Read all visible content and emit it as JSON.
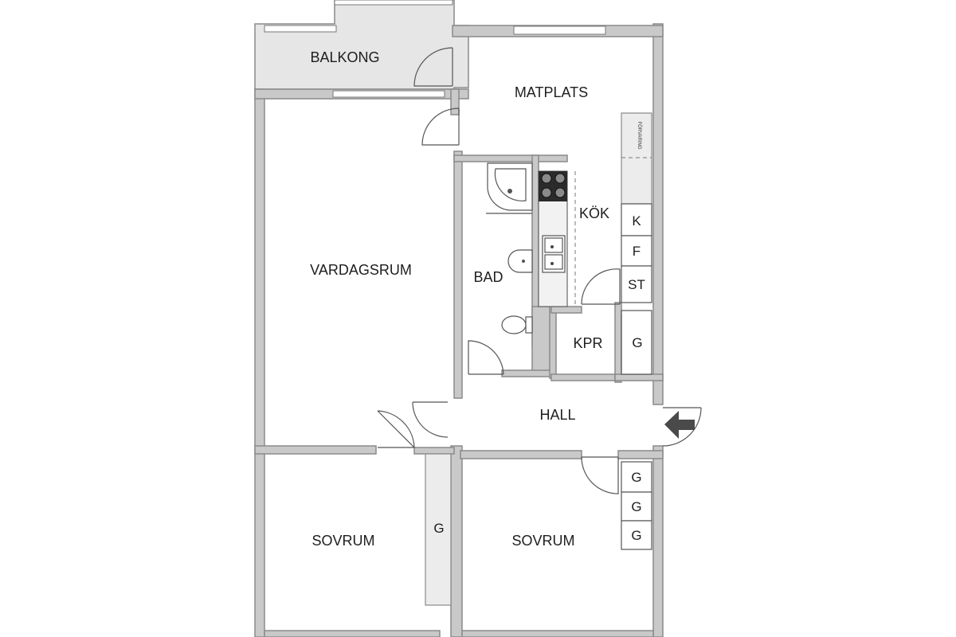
{
  "rooms": {
    "balcony": "BALKONG",
    "dining": "MATPLATS",
    "kitchen": "KÖK",
    "living": "VARDAGSRUM",
    "bath": "BAD",
    "pantry": "KPR",
    "hall": "HALL",
    "bedroom_left": "SOVRUM",
    "bedroom_right": "SOVRUM"
  },
  "cabinets": {
    "storage": "FÖRVARING",
    "fridge": "K",
    "freezer": "F",
    "broom": "ST",
    "wardrobe_pantry": "G",
    "wardrobe_bedroom": "G",
    "wardrobe_hall": [
      "G",
      "G",
      "G"
    ]
  },
  "colors": {
    "wall": "#c9c9c9",
    "balcony": "#e6e6e6",
    "arrow": "#4a4a4a"
  }
}
